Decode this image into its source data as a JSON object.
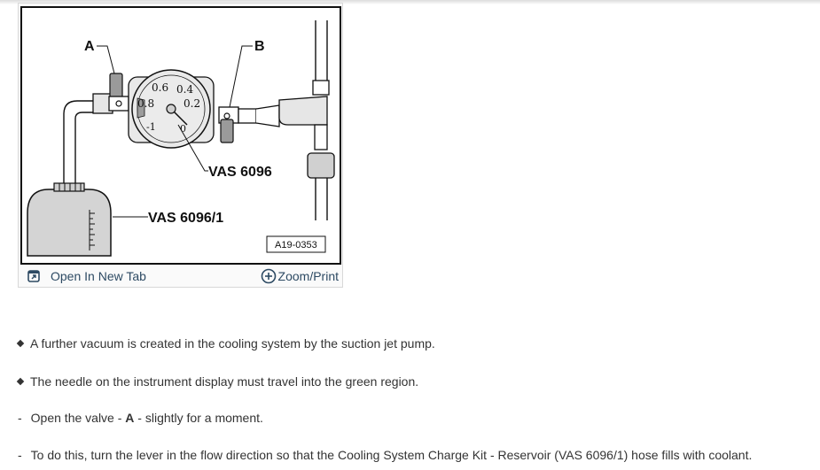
{
  "figure": {
    "label_a": "A",
    "label_b": "B",
    "gauge_ticks": [
      "0.6",
      "0.4",
      "0.8",
      "0.2",
      "-1",
      "0"
    ],
    "label_device": "VAS 6096",
    "label_reservoir": "VAS 6096/1",
    "figure_id": "A19-0353"
  },
  "footer": {
    "open_tab_label": "Open In New Tab",
    "open_tab_icon": "open-new-tab-icon",
    "zoom_label": "Zoom/Print",
    "zoom_icon": "plus-circle-icon",
    "link_color": "#2d4a63"
  },
  "steps": [
    {
      "marker": "bullet",
      "text": "A further vacuum is created in the cooling system by the suction jet pump."
    },
    {
      "marker": "bullet",
      "text": "The needle on the instrument display must travel into the green region."
    },
    {
      "marker": "dash",
      "text_before": "Open the valve - ",
      "emphasis": "A",
      "text_after": " - slightly for a moment."
    },
    {
      "marker": "dash",
      "text": "To do this, turn the lever in the flow direction so that the Cooling System Charge Kit - Reservoir (VAS 6096/1) hose fills with coolant."
    }
  ]
}
